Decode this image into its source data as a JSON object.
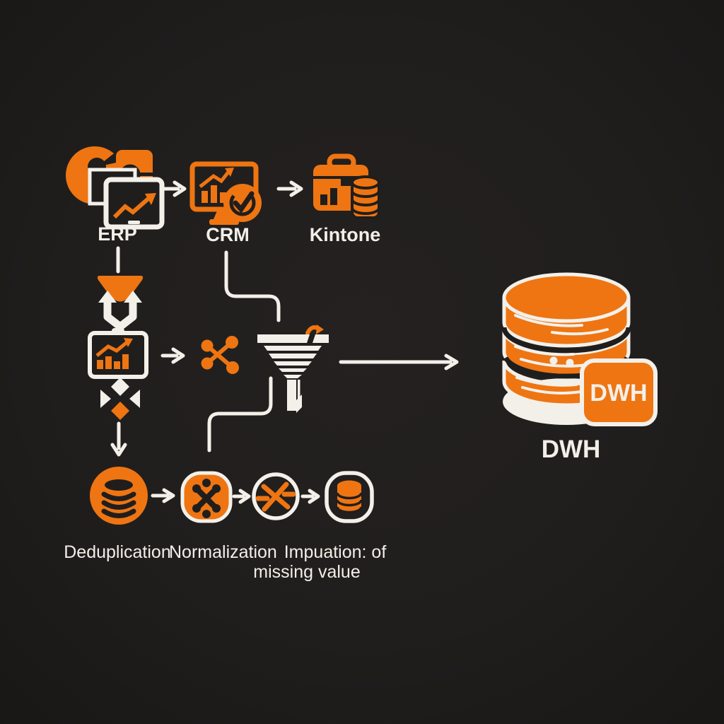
{
  "colors": {
    "background": "#201e1d",
    "accent_orange": "#ee7512",
    "stroke_white": "#f3f0ea",
    "text": "#f2efe8"
  },
  "top_row": {
    "erp": {
      "label": "ERP"
    },
    "crm": {
      "label": "CRM"
    },
    "kintone": {
      "label": "Kintone"
    }
  },
  "bottom_row": {
    "dedup_label": "Deduplication",
    "norm_label": "Normalization",
    "imputation_line1": "Impuation: of",
    "imputation_line2": "missing value"
  },
  "warehouse": {
    "badge_text": "DWH",
    "label": "DWH"
  },
  "icons": {
    "erp": "erp-devices-icon",
    "crm": "crm-monitor-check-icon",
    "kintone": "kintone-briefcase-database-icon",
    "merge": "merge-funnel-arrows-icon",
    "chart_tablet": "bar-chart-tablet-icon",
    "scatter": "scatter-link-dots-icon",
    "funnel": "filter-funnel-icon",
    "move": "four-way-diamond-icon",
    "dedup": "database-in-circle-icon",
    "normalize": "network-dots-x-icon",
    "impute": "crossed-lines-circle-icon",
    "clean_output": "database-in-squircle-icon",
    "dwh": "data-warehouse-cylinder-icon"
  }
}
